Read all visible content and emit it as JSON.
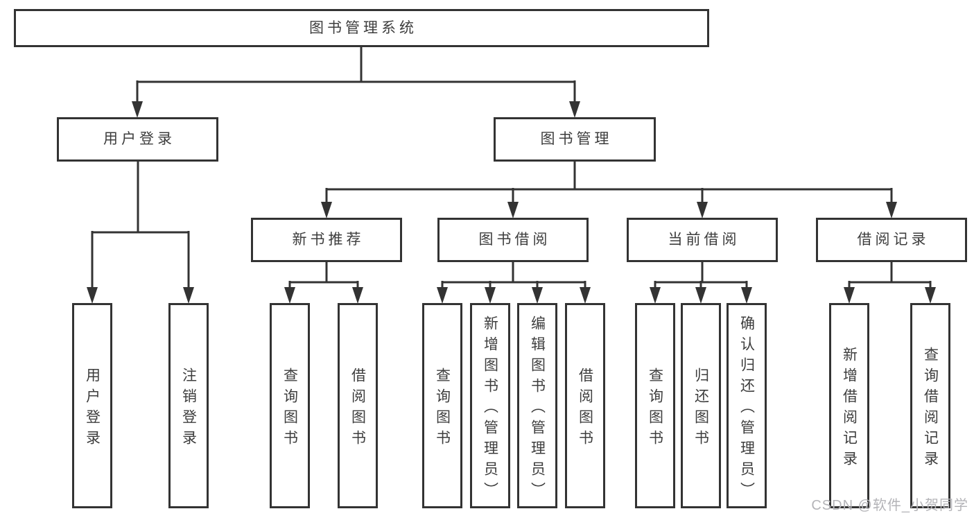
{
  "tree": {
    "root": {
      "label": "图书管理系统"
    },
    "branches": [
      {
        "label": "用户登录",
        "children": [
          {
            "label": "用户登录"
          },
          {
            "label": "注销登录"
          }
        ]
      },
      {
        "label": "图书管理",
        "children": [
          {
            "label": "新书推荐",
            "children": [
              {
                "label": "查询图书"
              },
              {
                "label": "借阅图书"
              }
            ]
          },
          {
            "label": "图书借阅",
            "children": [
              {
                "label": "查询图书"
              },
              {
                "label": "新增图书（管理员）"
              },
              {
                "label": "编辑图书（管理员）"
              },
              {
                "label": "借阅图书"
              }
            ]
          },
          {
            "label": "当前借阅",
            "children": [
              {
                "label": "查询图书"
              },
              {
                "label": "归还图书"
              },
              {
                "label": "确认归还（管理员）"
              }
            ]
          },
          {
            "label": "借阅记录",
            "children": [
              {
                "label": "新增借阅记录"
              },
              {
                "label": "查询借阅记录"
              }
            ]
          }
        ]
      }
    ]
  },
  "watermark": "CSDN @软件_小贺同学",
  "colors": {
    "line": "#333333",
    "text": "#3d3d3d",
    "box_background": "#ffffff",
    "watermark": "#b4b4b8"
  }
}
